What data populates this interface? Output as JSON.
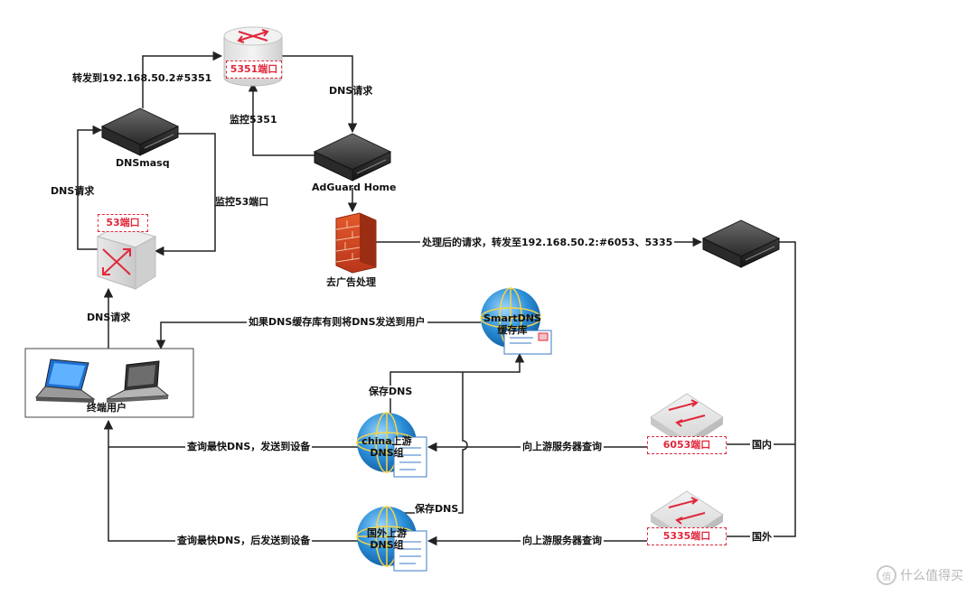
{
  "nodes": {
    "router_5351": {
      "label": "5351端口"
    },
    "dnsmasq": {
      "label": "DNSmasq"
    },
    "adguard": {
      "label": "AdGuard Home"
    },
    "router_53": {
      "label": "53端口"
    },
    "firewall": {
      "label": "去广告处理"
    },
    "smartdns_cache": {
      "label_line1": "SmartDNS",
      "label_line2": "缓存库"
    },
    "end_users": {
      "label": "终端用户"
    },
    "china_group": {
      "label_line1": "china上游",
      "label_line2": "DNS组"
    },
    "foreign_group": {
      "label_line1": "国外上游",
      "label_line2": "DNS组"
    },
    "switch_6053": {
      "label": "6053端口"
    },
    "switch_5335": {
      "label": "5335端口"
    }
  },
  "edges": {
    "forward_5351": "转发到192.168.50.2#5351",
    "dns_request_right": "DNS请求",
    "monitor_5351": "监控5351",
    "dns_request_left": "DNS请求",
    "monitor_53": "监控53端口",
    "dns_request_bottom": "DNS请求",
    "processed_forward": "处理后的请求，转发至192.168.50.2:#6053、5335",
    "cache_to_user": "如果DNS缓存库有则将DNS发送到用户",
    "save_dns_china": "保存DNS",
    "save_dns_foreign": "保存DNS",
    "fastest_china": "查询最快DNS，发送到设备",
    "fastest_foreign": "查询最快DNS，后发送到设备",
    "upstream_china": "向上游服务器查询",
    "upstream_foreign": "向上游服务器查询",
    "domestic": "国内",
    "overseas": "国外"
  },
  "watermark": {
    "text": "什么值得买",
    "icon": "值"
  },
  "colors": {
    "accent_red": "#e0283c",
    "line": "#222222"
  }
}
